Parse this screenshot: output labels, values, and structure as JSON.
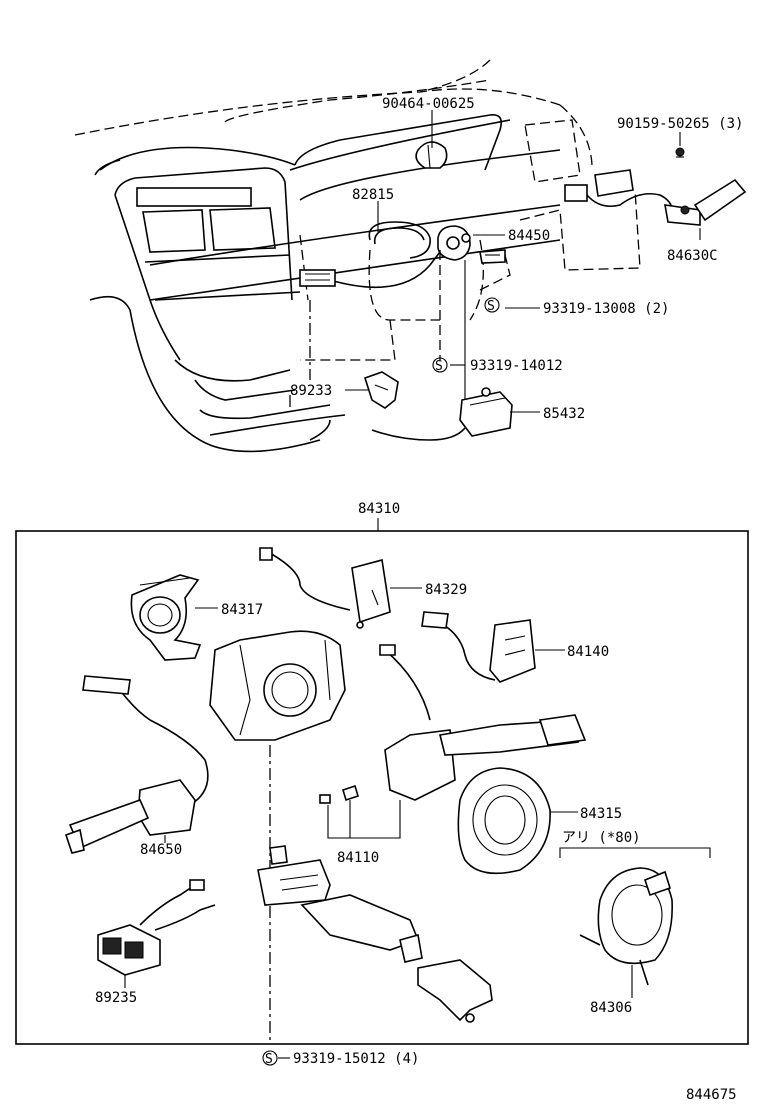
{
  "diagram": {
    "background": "#ffffff",
    "ink": "#000000",
    "upper_labels": {
      "p90464": "90464-00625",
      "p90159": "90159-50265 (3)",
      "p82815": "82815",
      "p84450": "84450",
      "p84630c": "84630C",
      "p93319_13008": "93319-13008 (2)",
      "p93319_14012": "93319-14012",
      "p89233": "89233",
      "p85432": "85432"
    },
    "assembly_label": "84310",
    "lower_labels": {
      "p84317": "84317",
      "p84329": "84329",
      "p84140": "84140",
      "p84650": "84650",
      "p84315": "84315",
      "p84110": "84110",
      "variant": "アリ (*80)",
      "p89235": "89235",
      "p84306": "84306",
      "p93319_15012": "93319-15012 (4)"
    },
    "screw_symbol": "S",
    "figure_number": "844675"
  }
}
